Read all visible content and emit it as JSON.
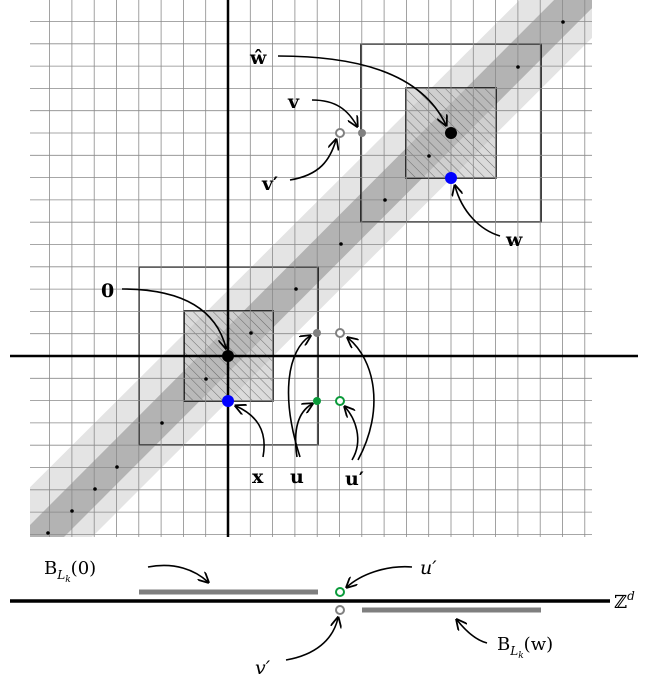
{
  "labels": {
    "zero": "0",
    "x": "x",
    "u": "u",
    "u_prime": "u′",
    "v": "v",
    "v_prime": "v′",
    "w_hat": "ŵ",
    "w": "w",
    "ball0_B": "B",
    "ball0_L": "L",
    "ball0_k": "k",
    "ball0_arg": "(0)",
    "ballw_B": "B",
    "ballw_L": "L",
    "ballw_k": "k",
    "ballw_arg": "(w)",
    "lower_u_prime": "u′",
    "lower_v_prime": "v′",
    "Z": "ℤ",
    "Z_exp": "d"
  },
  "colors": {
    "grid": "#8a8a8a",
    "band_light": "#e4e4e4",
    "band_dark": "#b3b3b3",
    "box_fill": "#bdbdbd",
    "blue": "#0000ff",
    "green": "#0a9a3a",
    "gray_point": "#808080",
    "segment": "#7f7f7f"
  }
}
